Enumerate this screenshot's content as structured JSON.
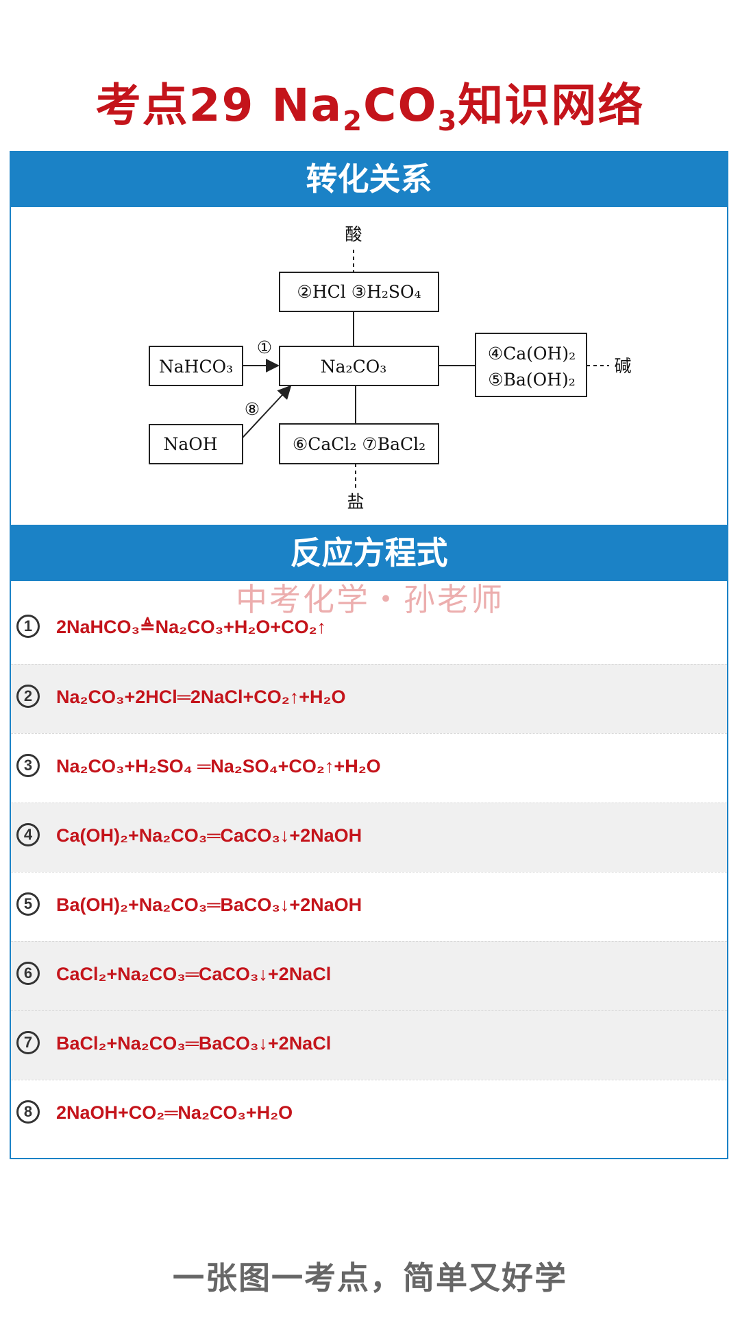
{
  "title": {
    "prefix": "考点29 Na",
    "sub1": "2",
    "mid": "CO",
    "sub2": "3",
    "suffix": "知识网络"
  },
  "section1": {
    "heading": "转化关系"
  },
  "diagram": {
    "acid_label": "酸",
    "base_label": "碱",
    "salt_label": "盐",
    "acid_box": "②HCl ③H₂SO₄",
    "center_box": "Na₂CO₃",
    "nahco3_box": "NaHCO₃",
    "naoh_box": "NaOH",
    "base_box_line1": "④Ca(OH)₂",
    "base_box_line2": "⑤Ba(OH)₂",
    "salt_box": "⑥CaCl₂ ⑦BaCl₂",
    "arrow1_label": "①",
    "arrow8_label": "⑧"
  },
  "section2": {
    "heading": "反应方程式"
  },
  "watermark": "中考化学・孙老师",
  "equations": [
    {
      "num": "1",
      "text": "2NaHCO₃≜Na₂CO₃+H₂O+CO₂↑"
    },
    {
      "num": "2",
      "text": "Na₂CO₃+2HCl═2NaCl+CO₂↑+H₂O"
    },
    {
      "num": "3",
      "text": "Na₂CO₃+H₂SO₄ ═Na₂SO₄+CO₂↑+H₂O"
    },
    {
      "num": "4",
      "text": "Ca(OH)₂+Na₂CO₃═CaCO₃↓+2NaOH"
    },
    {
      "num": "5",
      "text": "Ba(OH)₂+Na₂CO₃═BaCO₃↓+2NaOH"
    },
    {
      "num": "6",
      "text": "CaCl₂+Na₂CO₃═CaCO₃↓+2NaCl"
    },
    {
      "num": "7",
      "text": "BaCl₂+Na₂CO₃═BaCO₃↓+2NaCl"
    },
    {
      "num": "8",
      "text": "2NaOH+CO₂═Na₂CO₃+H₂O"
    }
  ],
  "footer": "一张图一考点，简单又好学"
}
